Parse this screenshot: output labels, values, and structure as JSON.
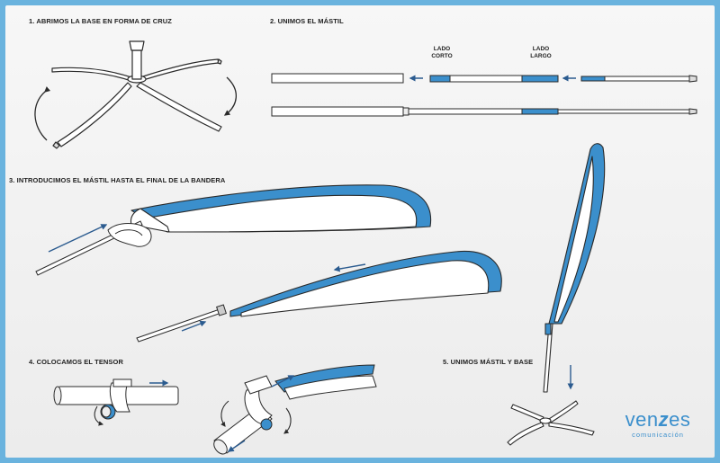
{
  "steps": {
    "step1": "1. ABRIMOS LA BASE EN FORMA DE CRUZ",
    "step2": "2. UNIMOS EL MÁSTIL",
    "step3": "3. INTRODUCIMOS EL MÁSTIL HASTA EL FINAL DE LA BANDERA",
    "step4": "4. COLOCAMOS EL TENSOR",
    "step5": "5. UNIMOS MÁSTIL Y BASE"
  },
  "labels": {
    "lado_corto_line1": "LADO",
    "lado_corto_line2": "CORTO",
    "lado_largo_line1": "LADO",
    "lado_largo_line2": "LARGO"
  },
  "logo": {
    "part1": "ven",
    "part2": "z",
    "part3": "es",
    "tagline": "comunicación"
  },
  "colors": {
    "accent": "#3b8fcc",
    "frame": "#6ab3de",
    "outline": "#2a2a2a"
  }
}
